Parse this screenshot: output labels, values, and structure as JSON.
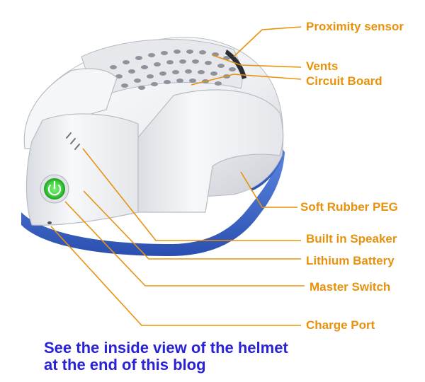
{
  "labels": {
    "proximity_sensor": "Proximity sensor",
    "vents": "Vents",
    "circuit_board": "Circuit Board",
    "soft_rubber_peg": "Soft Rubber PEG",
    "built_in_speaker": "Built in Speaker",
    "lithium_battery": "Lithium Battery",
    "master_switch": "Master Switch",
    "charge_port": "Charge Port"
  },
  "caption": {
    "line1": "See the inside view of the helmet",
    "line2": "at the end of this blog"
  },
  "colors": {
    "label": "#e8920c",
    "caption": "#2a22d6",
    "helmet_shell": "#f1f2f4",
    "helmet_rim": "#3a66c9",
    "power_button": "#3cd23c"
  },
  "icons": {
    "power_button": "power-icon"
  }
}
